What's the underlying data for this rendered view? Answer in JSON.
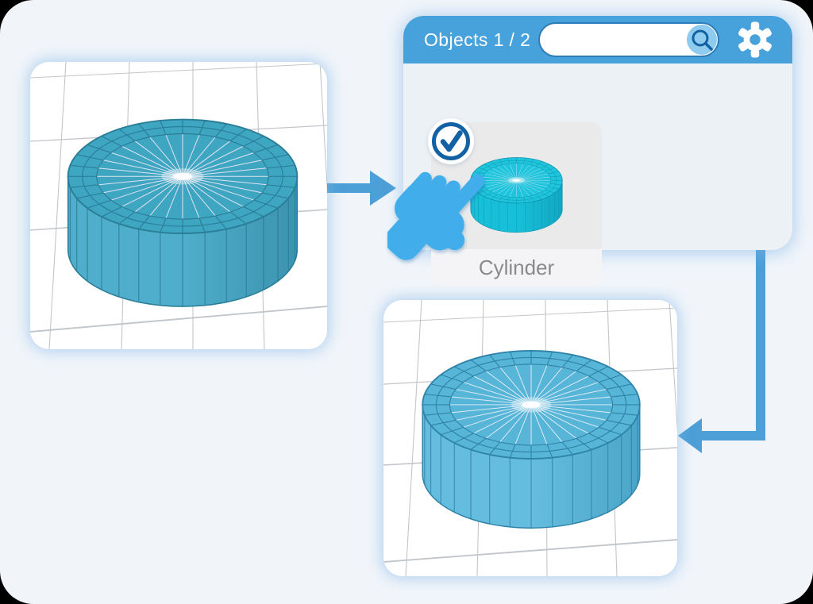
{
  "panel": {
    "title": "Objects 1 / 2",
    "search": {
      "value": "",
      "placeholder": ""
    },
    "items": [
      {
        "label": "Cylinder",
        "selected": true
      }
    ]
  },
  "icons": {
    "search": "magnifying-glass",
    "settings": "gear",
    "selected": "check-circle",
    "cursor": "pointing-hand",
    "flow_step1": "arrow-right",
    "flow_step2": "arrow-elbow-down-left"
  },
  "colors": {
    "background": "#F1F5FA",
    "header_blue": "#47A1DB",
    "panel_body": "#ECF1F5",
    "search_circle": "#8ECBEE",
    "search_pill_border": "#2E7CB6",
    "check_blue": "#1161A4",
    "arrow_blue": "#4C9FD7",
    "hand_blue": "#41ADEB",
    "tile_bg": "#EAEAEA",
    "tile_label_bg": "#F4F4F6",
    "tile_label_text": "#8A8A8A",
    "grid_line": "#C2C6CA",
    "cylinder_main": {
      "top": "#3FA6C2",
      "side": "#4FAECB",
      "side_dark": "#3B93AF",
      "edge": "#2B7E98",
      "radial": "#DFE3F2"
    },
    "cylinder_result": {
      "top": "#57B6D8",
      "side": "#64BDDE",
      "side_dark": "#4BA5C8",
      "edge": "#2F82A8",
      "radial": "#E2ECF7"
    },
    "cylinder_thumb": {
      "top": "#1FC5DC",
      "side": "#18BFD8",
      "side_dark": "#12A8C4",
      "edge": "#0E93AD",
      "radial": "#CDE9F2"
    }
  }
}
